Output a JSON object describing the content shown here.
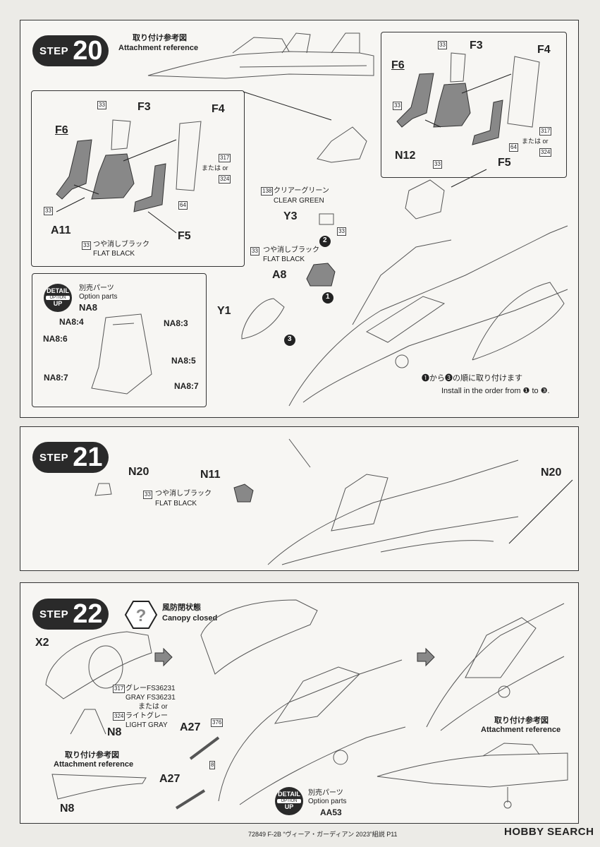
{
  "step20": {
    "word": "STEP",
    "number": "20",
    "ref_jp": "取り付け参考図",
    "ref_en": "Attachment reference",
    "inset_left": {
      "F3": "F3",
      "F4": "F4",
      "F6": "F6",
      "A11": "A11",
      "F5": "F5",
      "n33a": "33",
      "n33b": "33",
      "n33c": "33",
      "n64": "64",
      "n317": "317",
      "n324": "324",
      "or": "または or",
      "flat_jp": "つや消しブラック",
      "flat_en": "FLAT BLACK"
    },
    "inset_right": {
      "F3": "F3",
      "F4": "F4",
      "F6": "F6",
      "N12": "N12",
      "F5": "F5",
      "n33a": "33",
      "n33b": "33",
      "n33c": "33",
      "n64": "64",
      "n317": "317",
      "n324": "324",
      "or": "または or"
    },
    "clear_num": "138",
    "clear_jp": "クリアーグリーン",
    "clear_en": "CLEAR GREEN",
    "Y3": "Y3",
    "n33y3": "33",
    "A8": "A8",
    "a8_num": "33",
    "a8_jp": "つや消しブラック",
    "a8_en": "FLAT BLACK",
    "Y1": "Y1",
    "option": {
      "d1": "DETAIL",
      "d2": "OPTION",
      "d3": "UP",
      "jp": "別売パーツ",
      "en": "Option parts",
      "part": "NA8",
      "na84": "NA8:4",
      "na83": "NA8:3",
      "na86": "NA8:6",
      "na85": "NA8:5",
      "na87a": "NA8:7",
      "na87b": "NA8:7"
    },
    "order_jp": "❶から❸の順に取り付けます",
    "order_en": "Install in the order from ❶ to ❸.",
    "c1": "1",
    "c2": "2",
    "c3": "3"
  },
  "step21": {
    "word": "STEP",
    "number": "21",
    "N20a": "N20",
    "N11": "N11",
    "N20b": "N20",
    "num": "33",
    "jp": "つや消しブラック",
    "en": "FLAT BLACK"
  },
  "step22": {
    "word": "STEP",
    "number": "22",
    "canopy_jp": "風防閉状態",
    "canopy_en": "Canopy closed",
    "X2": "X2",
    "N8a": "N8",
    "gray_num": "317",
    "gray_jp": "グレーFS36231",
    "gray_en": "GRAY FS36231",
    "or": "または or",
    "lgray_num": "324",
    "lgray_jp": "ライトグレー",
    "lgray_en": "LIGHT GRAY",
    "ref_jp": "取り付け参考図",
    "ref_en": "Attachment reference",
    "N8b": "N8",
    "A27a": "A27",
    "a27_num": "376",
    "a27_sub": "8",
    "A27b": "A27",
    "ref2_jp": "取り付け参考図",
    "ref2_en": "Attachment reference",
    "option": {
      "d1": "DETAIL",
      "d2": "OPTION",
      "d3": "UP",
      "jp": "別売パーツ",
      "en": "Option parts",
      "part": "AA53"
    }
  },
  "footer": {
    "text": "72849   F-2B   “ヴィーア・ガーディアン 2023”組説 P11",
    "watermark": "HOBBY SEARCH"
  }
}
